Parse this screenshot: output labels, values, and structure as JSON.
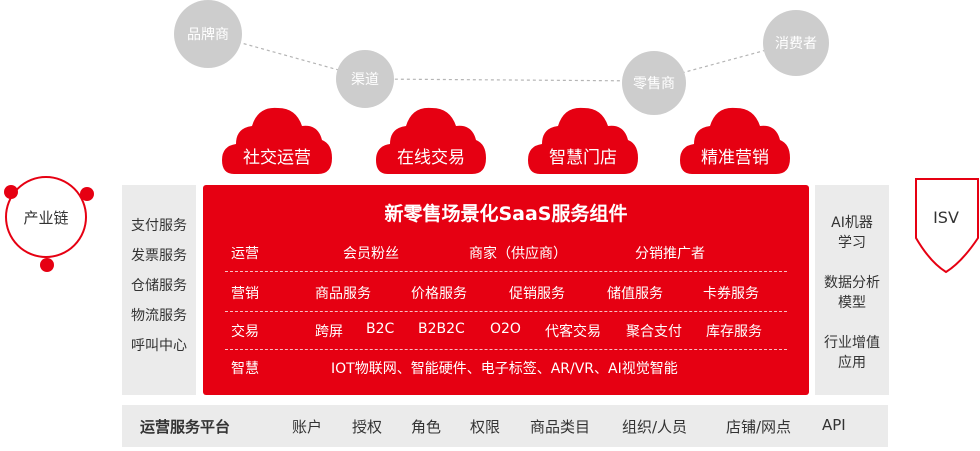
{
  "chain": {
    "brand": "品牌商",
    "channel": "渠道",
    "retailer": "零售商",
    "consumer": "消费者"
  },
  "clouds": [
    "社交运营",
    "在线交易",
    "智慧门店",
    "精准营销"
  ],
  "left_panel": [
    "支付服务",
    "发票服务",
    "仓储服务",
    "物流服务",
    "呼叫中心"
  ],
  "right_panel": [
    {
      "line1": "AI机器",
      "line2": "学习"
    },
    {
      "line1": "数据分析",
      "line2": "模型"
    },
    {
      "line1": "行业增值",
      "line2": "应用"
    }
  ],
  "main": {
    "title": "新零售场景化SaaS服务组件",
    "rows": [
      {
        "label": "运营",
        "items": [
          "会员粉丝",
          "商家（供应商）",
          "分销推广者"
        ]
      },
      {
        "label": "营销",
        "items": [
          "商品服务",
          "价格服务",
          "促销服务",
          "储值服务",
          "卡券服务"
        ]
      },
      {
        "label": "交易",
        "items": [
          "跨屏",
          "B2C",
          "B2B2C",
          "O2O",
          "代客交易",
          "聚合支付",
          "库存服务"
        ]
      },
      {
        "label": "智慧",
        "items": [
          "IOT物联网、智能硬件、电子标签、AR/VR、AI视觉智能"
        ]
      }
    ]
  },
  "platform": {
    "title": "运营服务平台",
    "items": [
      "账户",
      "授权",
      "角色",
      "权限",
      "商品类目",
      "组织/人员",
      "店铺/网点",
      "API"
    ]
  },
  "industry_chain": "产业链",
  "isv": "ISV",
  "colors": {
    "red": "#e60012",
    "gray_panel": "#ebebeb",
    "gray_circle": "#cdcdcd"
  }
}
